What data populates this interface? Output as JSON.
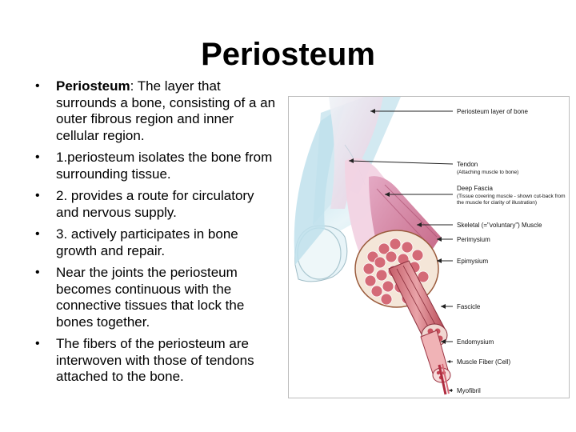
{
  "slide": {
    "title": "Periosteum",
    "bullets": [
      {
        "term": "Periosteum",
        "text": ": The layer that surrounds a bone, consisting of a an outer fibrous region and inner cellular region."
      },
      {
        "term": "",
        "text": "1.periosteum isolates the bone from surrounding tissue."
      },
      {
        "term": "",
        "text": "2. provides a route for circulatory and nervous supply."
      },
      {
        "term": "",
        "text": "3. actively participates in bone growth and repair."
      },
      {
        "term": "",
        "text": "Near the joints the periosteum becomes continuous with the connective tissues that lock the bones together."
      },
      {
        "term": "",
        "text": "The fibers of the periosteum are interwoven with those of tendons attached to the bone."
      }
    ]
  },
  "figure": {
    "labels": {
      "periosteum": "Periosteum layer of bone",
      "tendon": "Tendon",
      "tendon_sub": "(Attaching muscle to bone)",
      "deep_fascia": "Deep Fascia",
      "deep_fascia_sub1": "(Tissue covering muscle - shown cut-back from",
      "deep_fascia_sub2": "the muscle for clarity of illustration)",
      "skeletal": "Skeletal (=\"voluntary\") Muscle",
      "perimysium": "Perimysium",
      "epimysium": "Epimysium",
      "fascicle": "Fascicle",
      "endomysium": "Endomysium",
      "muscle_fiber": "Muscle Fiber (Cell)",
      "myofibril": "Myofibril"
    }
  }
}
